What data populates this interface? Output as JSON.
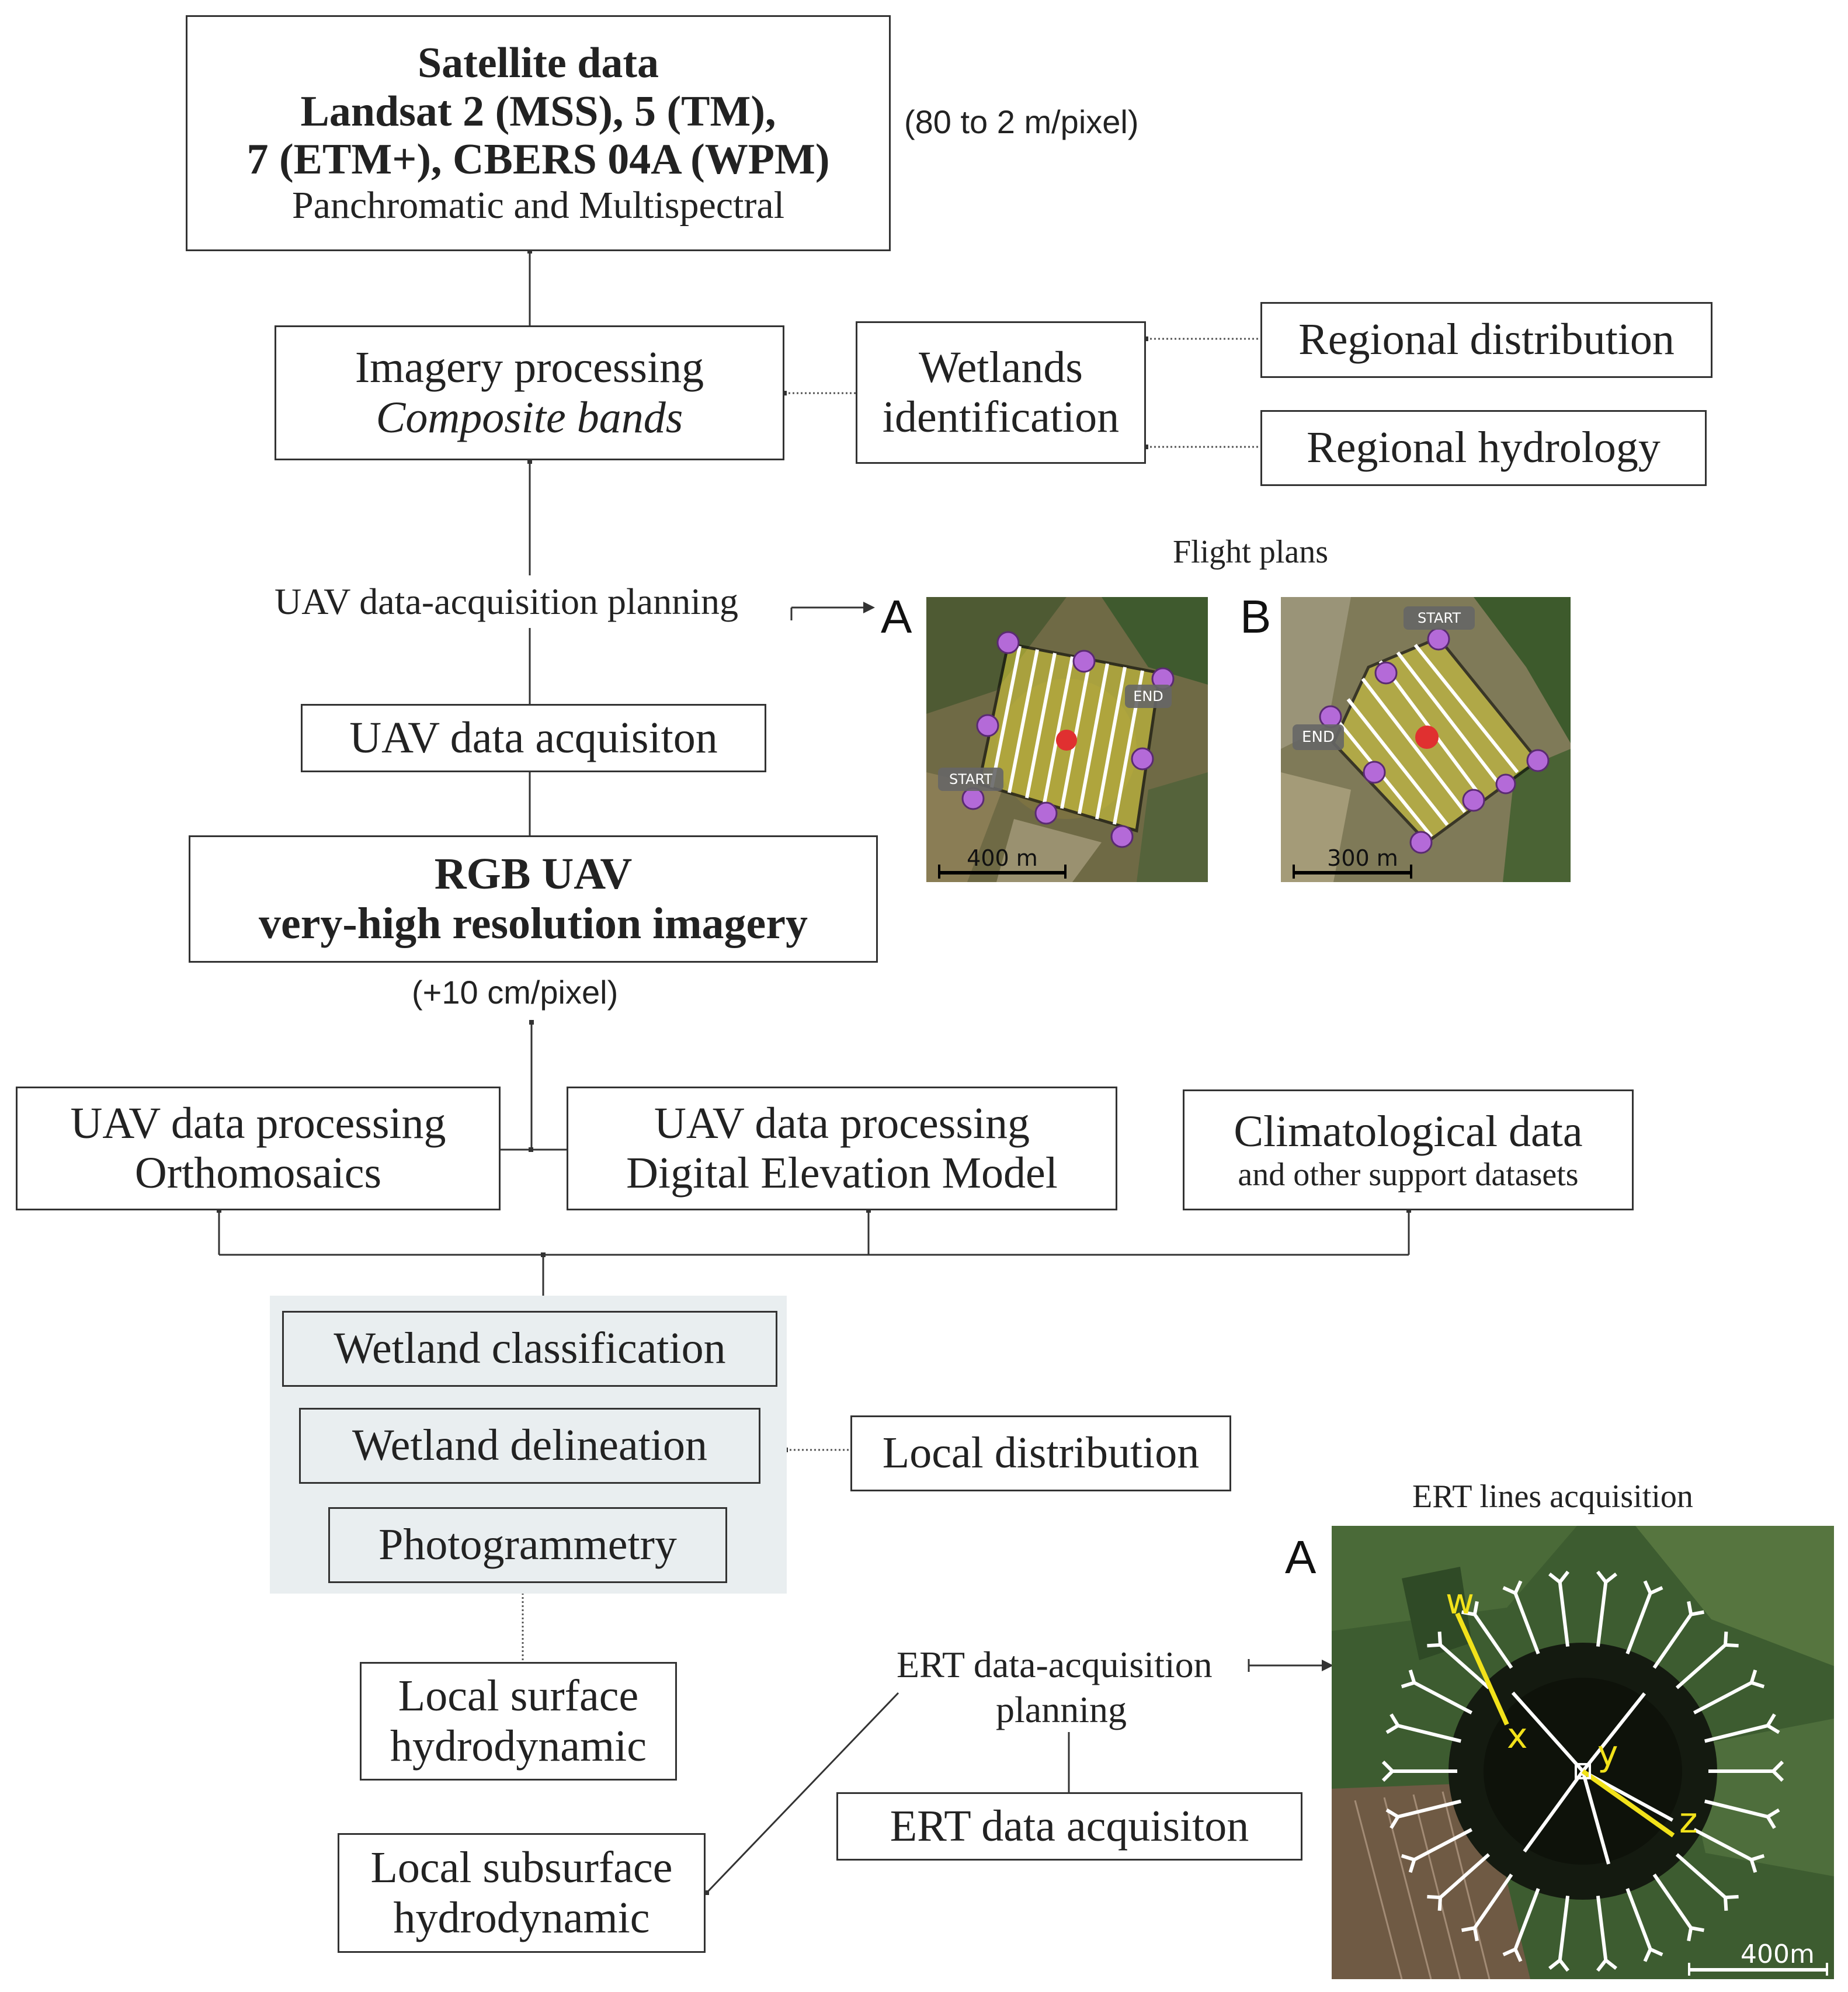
{
  "satellite": {
    "title": "Satellite data",
    "line2": "Landsat 2 (MSS), 5 (TM),",
    "line3": "7 (ETM+), CBERS 04A (WPM)",
    "line4": "Panchromatic and Multispectral",
    "resolution": "(80 to 2 m/pixel)"
  },
  "imagery_processing": {
    "line1": "Imagery processing",
    "line2": "Composite bands"
  },
  "wetlands_identification": {
    "line1": "Wetlands",
    "line2": "identification"
  },
  "regional_distribution": "Regional distribution",
  "regional_hydrology": "Regional hydrology",
  "uav_planning": "UAV data-acquisition planning",
  "flight_plans": {
    "title": "Flight plans",
    "a": {
      "letter": "A",
      "start": "START",
      "end": "END",
      "scale": "400 m"
    },
    "b": {
      "letter": "B",
      "start": "START",
      "end": "END",
      "scale": "300 m"
    }
  },
  "uav_acquisition": "UAV data acquisiton",
  "rgb_uav": {
    "line1": "RGB UAV",
    "line2": "very-high resolution imagery",
    "resolution": "(+10 cm/pixel)"
  },
  "uav_ortho": {
    "line1": "UAV data processing",
    "line2": "Orthomosaics"
  },
  "uav_dem": {
    "line1": "UAV data processing",
    "line2": "Digital Elevation Model"
  },
  "climatological": {
    "line1": "Climatological data",
    "line2": "and other support datasets"
  },
  "wetland_classification": "Wetland classification",
  "wetland_delineation": "Wetland delineation",
  "photogrammetry": "Photogrammetry",
  "local_distribution": "Local distribution",
  "local_surface": {
    "line1": "Local surface",
    "line2": "hydrodynamic"
  },
  "local_subsurface": {
    "line1": "Local subsurface",
    "line2": "hydrodynamic"
  },
  "ert_planning": {
    "line1": "ERT data-acquisition",
    "line2": "planning"
  },
  "ert_acquisition": "ERT data acquisiton",
  "ert_lines": {
    "title": "ERT lines acquisition",
    "letter": "A",
    "w": "w",
    "x": "x",
    "y": "y",
    "z": "z",
    "scale": "400m"
  }
}
